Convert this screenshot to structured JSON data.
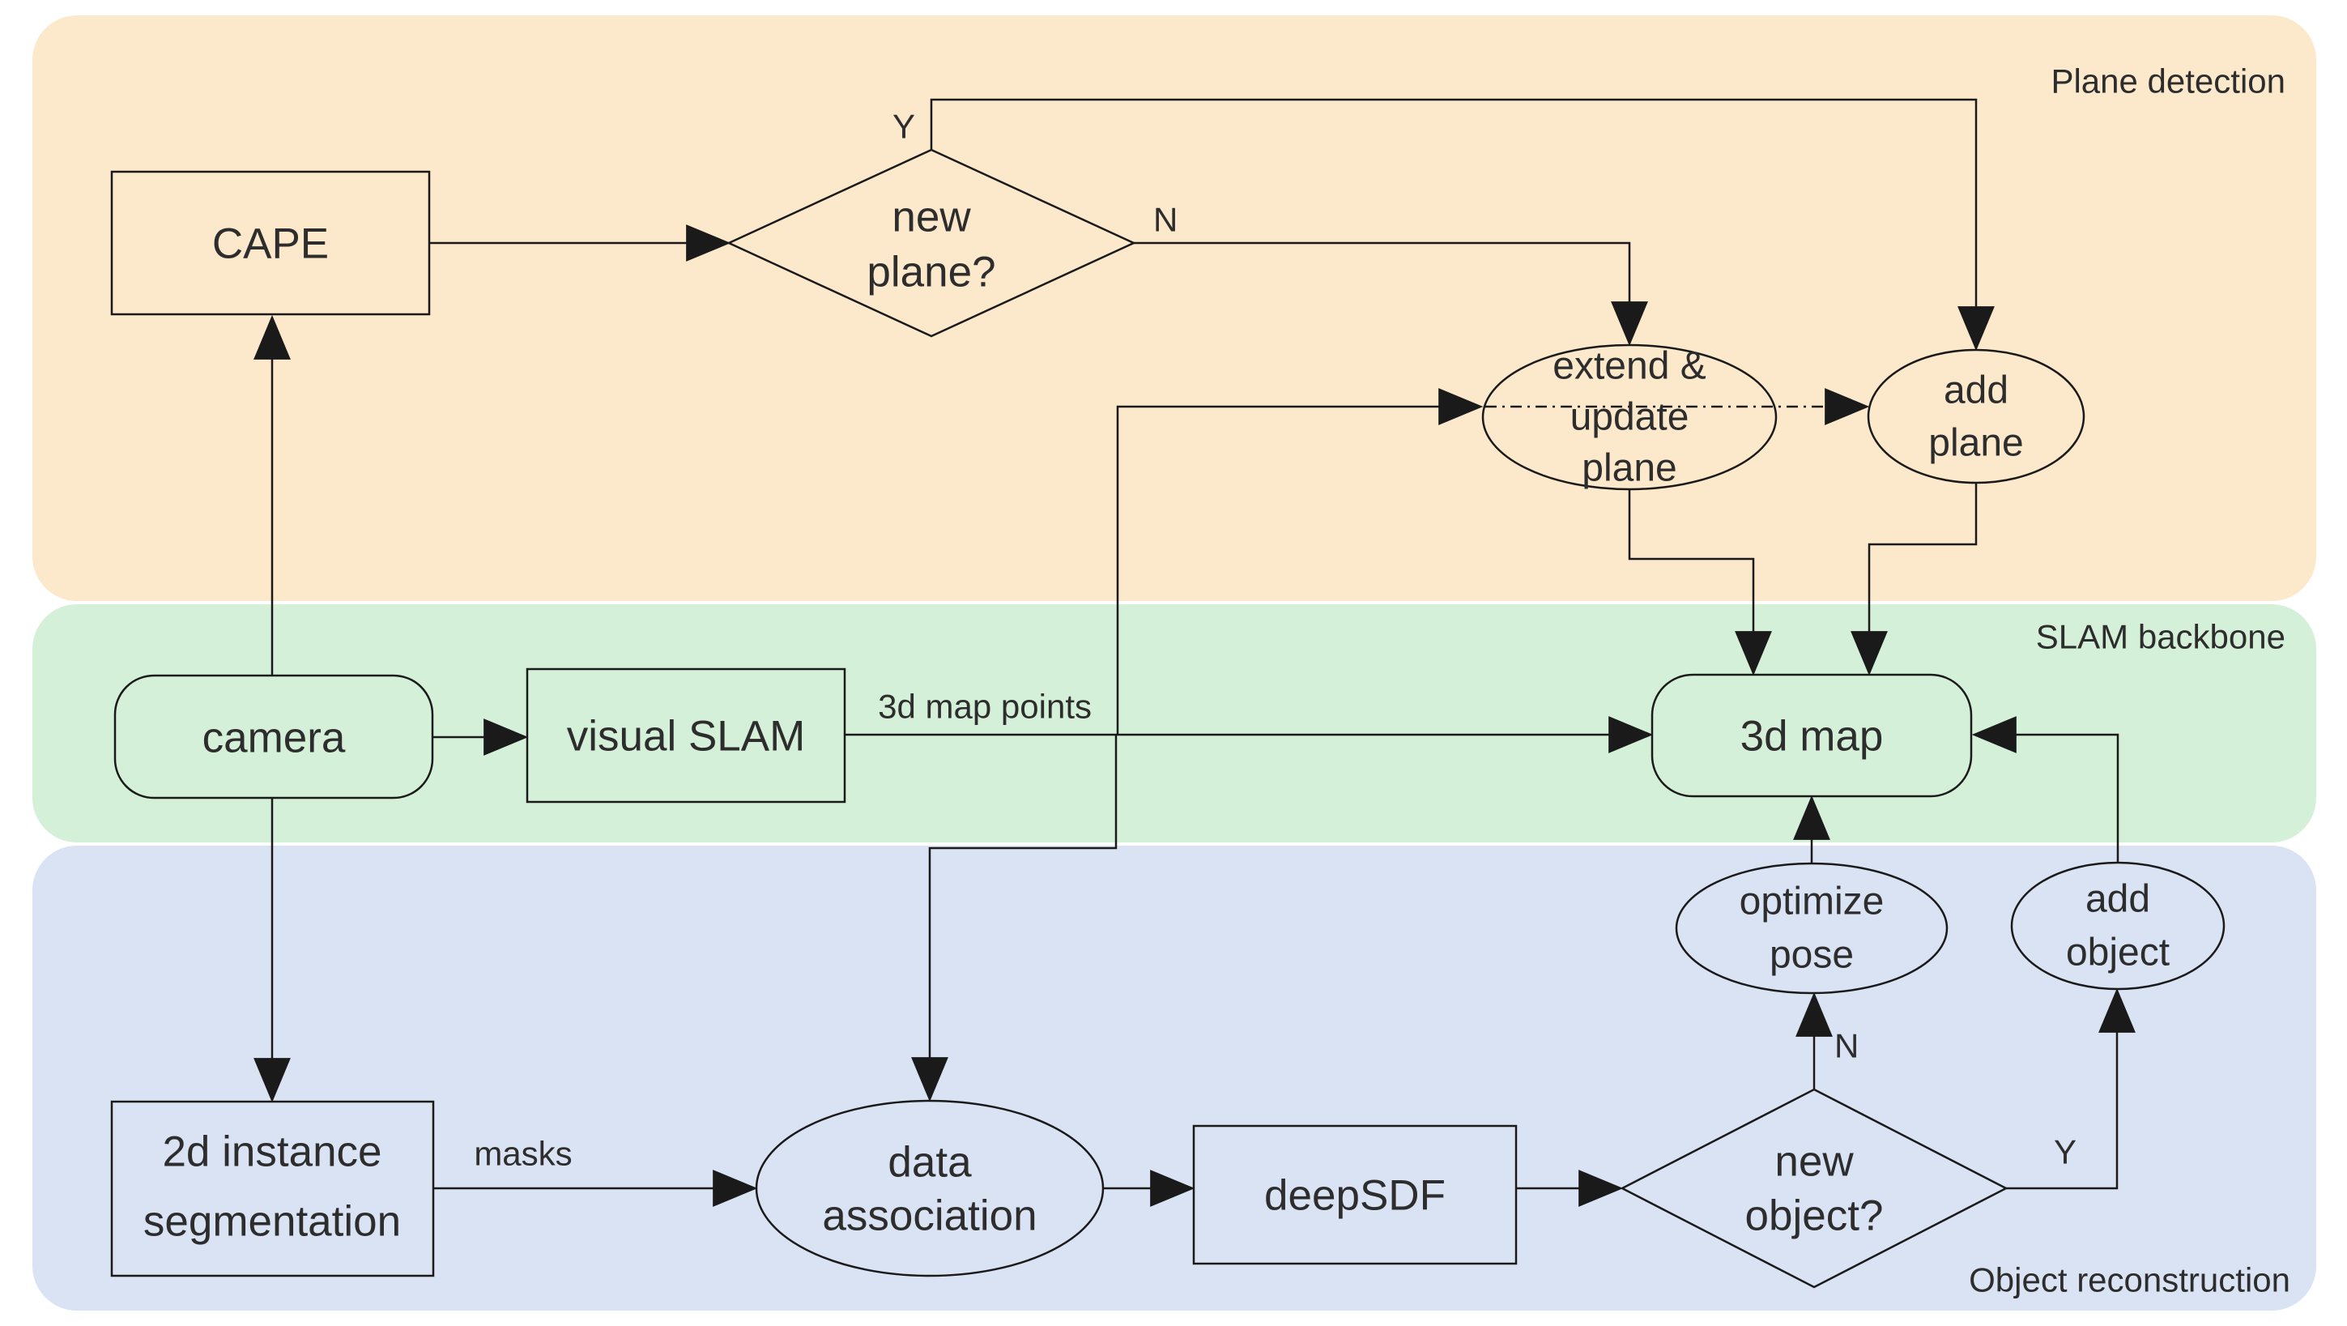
{
  "colors": {
    "ink": "#1a1a1a",
    "text": "#2d2d2d",
    "plane_band": "#fce8cb",
    "slam_band": "#d5f0d8",
    "object_band": "#d9e3f3",
    "background": "#ffffff"
  },
  "bands": {
    "plane": {
      "label": "Plane detection"
    },
    "slam": {
      "label": "SLAM backbone"
    },
    "object": {
      "label": "Object reconstruction"
    }
  },
  "nodes": {
    "cape": {
      "label": "CAPE"
    },
    "new_plane": {
      "line1": "new",
      "line2": "plane?"
    },
    "extend_update_plane": {
      "line1": "extend &",
      "line2": "update",
      "line3": "plane"
    },
    "add_plane": {
      "line1": "add",
      "line2": "plane"
    },
    "camera": {
      "label": "camera"
    },
    "visual_slam": {
      "label": "visual SLAM"
    },
    "map_3d": {
      "label": "3d map"
    },
    "seg_2d": {
      "line1": "2d instance",
      "line2": "segmentation"
    },
    "data_association": {
      "line1": "data",
      "line2": "association"
    },
    "deepsdf": {
      "label": "deepSDF"
    },
    "new_object": {
      "line1": "new",
      "line2": "object?"
    },
    "optimize_pose": {
      "line1": "optimize",
      "line2": "pose"
    },
    "add_object": {
      "line1": "add",
      "line2": "object"
    }
  },
  "edge_labels": {
    "plane_yes": "Y",
    "plane_no": "N",
    "map_points": "3d map points",
    "masks": "masks",
    "object_no": "N",
    "object_yes": "Y"
  }
}
